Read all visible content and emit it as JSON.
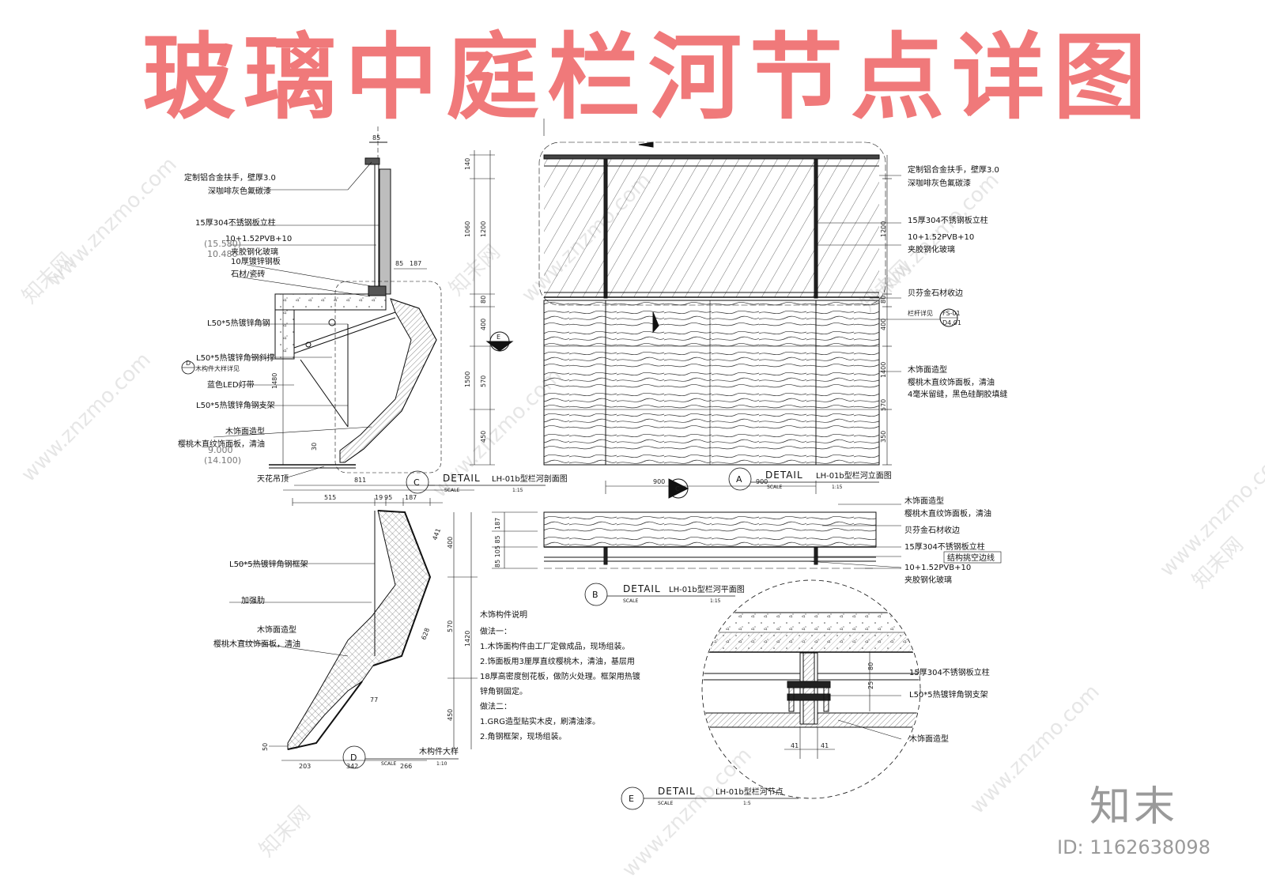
{
  "title": "玻璃中庭栏河节点详图",
  "colors": {
    "title": "#f0797a",
    "ink": "#111111",
    "watermark": "#c9c9c9",
    "logo": "#9a9a9a"
  },
  "section_c": {
    "labels": [
      "定制铝合金扶手，壁厚3.0",
      "深咖啡灰色氟碳漆",
      "15厚304不锈钢板立柱",
      "10+1.52PVB+10",
      "夹胶钢化玻璃",
      "10厚镀锌钢板",
      "石材/瓷砖",
      "L50*5热镀锌角钢",
      "L50*5热镀锌角钢斜撑",
      "木构件大样详见",
      "蓝色LED灯带",
      "L50*5热镀锌角钢支架",
      "木饰面造型",
      "樱桃木直纹饰面板，清油",
      "天花吊顶"
    ],
    "levels": [
      "(15.580)",
      "10.480",
      "9.000",
      "(14.100)"
    ],
    "dims": [
      "85",
      "85",
      "187",
      "1480",
      "30",
      "811"
    ],
    "detail_word": "DETAIL",
    "title": "LH-01b型栏河剖面图",
    "scale_word": "SCALE",
    "scale": "1:15",
    "tag": "C",
    "callout_tag": "D"
  },
  "elevation_a": {
    "labels": [
      "定制铝合金扶手，壁厚3.0",
      "深咖啡灰色氟碳漆",
      "15厚304不锈钢板立柱",
      "10+1.52PVB+10",
      "夹胶钢化玻璃",
      "贝芬金石材收边",
      "栏杆详见",
      "木饰面造型",
      "樱桃木直纹饰面板，清油",
      "4毫米留缝，黑色硅酮胶填缝"
    ],
    "dims_left": [
      "140",
      "1200",
      "1060",
      "80",
      "400",
      "1500",
      "570",
      "450"
    ],
    "dims_right": [
      "1200",
      "80",
      "400",
      "1400",
      "570",
      "350"
    ],
    "dims_bottom": [
      "900",
      "900"
    ],
    "callout_top": "FS-01",
    "callout_bottom": "D4.01",
    "section_mark": "E",
    "section_mark_c": "C",
    "detail_word": "DETAIL",
    "title": "LH-01b型栏河立面图",
    "scale_word": "SCALE",
    "scale": "1:15",
    "tag": "A"
  },
  "plan_b": {
    "labels": [
      "木饰面造型",
      "樱桃木直纹饰面板，清油",
      "贝芬金石材收边",
      "15厚304不锈钢板立柱",
      "结构挑空边线",
      "10+1.52PVB+10",
      "夹胶钢化玻璃"
    ],
    "dims": [
      "187",
      "85 105 85"
    ],
    "detail_word": "DETAIL",
    "title": "LH-01b型栏河平面图",
    "scale_word": "SCALE",
    "scale": "1:15",
    "tag": "B"
  },
  "detail_d": {
    "labels": [
      "L50*5热镀锌角钢框架",
      "加强肋",
      "木饰面造型",
      "樱桃木直纹饰面板，清油"
    ],
    "dims_top": [
      "515",
      "19",
      "95",
      "187"
    ],
    "dims_right": [
      "441",
      "400",
      "1420",
      "570",
      "628",
      "450"
    ],
    "dims_bottom": [
      "203",
      "342",
      "266"
    ],
    "dims_misc": [
      "50",
      "77"
    ],
    "title": "木构件大样",
    "scale_word": "SCALE",
    "scale": "1:10",
    "tag": "D"
  },
  "notes": {
    "heading": "木饰构件说明",
    "lines": [
      "做法一：",
      "1.木饰面构件由工厂定做成品，现场组装。",
      "2.饰面板用3厘厚直纹樱桃木，清油，基层用",
      "18厚高密度刨花板，做防火处理。框架用热镀",
      "锌角钢固定。",
      "做法二：",
      "1.GRG造型贴实木皮，刷清油漆。",
      "2.角钢框架，现场组装。"
    ]
  },
  "detail_e": {
    "labels": [
      "15厚304不锈钢板立柱",
      "L50*5热镀锌角钢支架",
      "木饰面造型"
    ],
    "dims": [
      "80",
      "25",
      "41",
      "41"
    ],
    "detail_word": "DETAIL",
    "title": "LH-01b型栏河节点",
    "scale_word": "SCALE",
    "scale": "1:5",
    "tag": "E"
  },
  "watermark": {
    "site": "www.znzmo.com",
    "brand": "知末网",
    "logo": "知末",
    "id": "ID: 1162638098"
  }
}
